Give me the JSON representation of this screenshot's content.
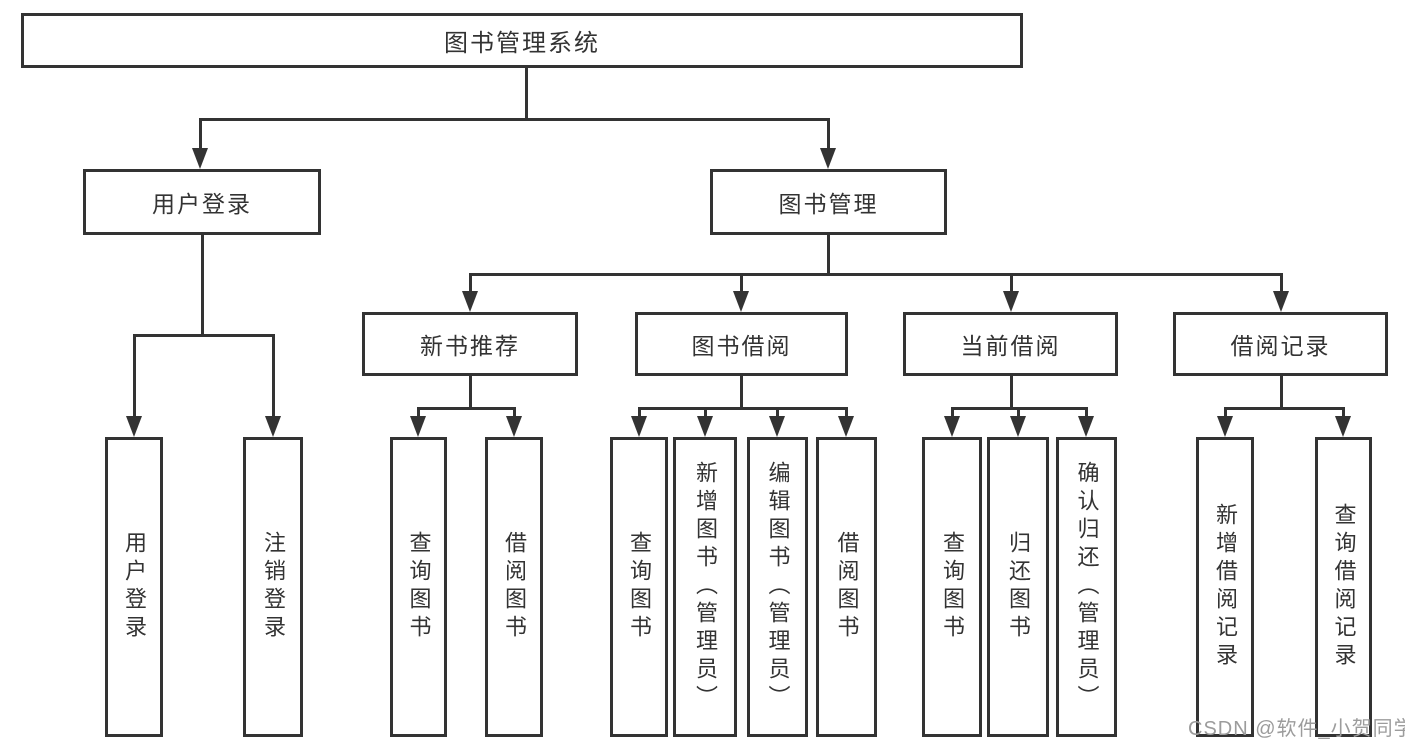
{
  "colors": {
    "background": "#ffffff",
    "line": "#333333",
    "text": "#333333",
    "watermark": "#9c9c9c"
  },
  "watermark": {
    "text": "CSDN @软件_小贺同学"
  },
  "tree": {
    "root": {
      "label": "图书管理系统"
    },
    "branches": [
      {
        "label": "用户登录",
        "children": [
          {
            "label": "用户登录"
          },
          {
            "label": "注销登录"
          }
        ]
      },
      {
        "label": "图书管理",
        "children": [
          {
            "label": "新书推荐",
            "children": [
              {
                "label": "查询图书"
              },
              {
                "label": "借阅图书"
              }
            ]
          },
          {
            "label": "图书借阅",
            "children": [
              {
                "label": "查询图书"
              },
              {
                "label": "新增图书（管理员）"
              },
              {
                "label": "编辑图书（管理员）"
              },
              {
                "label": "借阅图书"
              }
            ]
          },
          {
            "label": "当前借阅",
            "children": [
              {
                "label": "查询图书"
              },
              {
                "label": "归还图书"
              },
              {
                "label": "确认归还（管理员）"
              }
            ]
          },
          {
            "label": "借阅记录",
            "children": [
              {
                "label": "新增借阅记录"
              },
              {
                "label": "查询借阅记录"
              }
            ]
          }
        ]
      }
    ]
  }
}
